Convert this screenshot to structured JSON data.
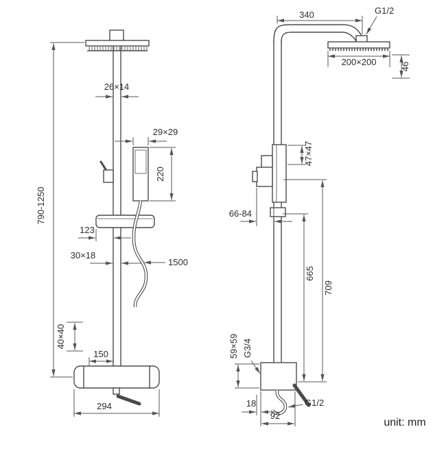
{
  "unit_label": "unit: mm",
  "front_view": {
    "height_range": "790-1250",
    "pipe_section": "26×14",
    "handshower_section": "29×29",
    "handshower_length": "220",
    "shelf_width": "123",
    "slide_section": "30×18",
    "hose_length": "1500",
    "body_section": "40×40",
    "inlet_spacing": "150",
    "mixer_width": "294"
  },
  "side_view": {
    "arm_length": "340",
    "head_connection": "G1/2",
    "head_size": "200×200",
    "head_height": "46",
    "holder_section": "47×47",
    "wall_distance": "66-84",
    "column_height": "665",
    "overall_height": "709",
    "mixer_section": "59×59",
    "inlet_connection": "G3/4",
    "wall_offset": "18",
    "outlet_connection": "G1/2",
    "outlet_spacing": "92"
  }
}
